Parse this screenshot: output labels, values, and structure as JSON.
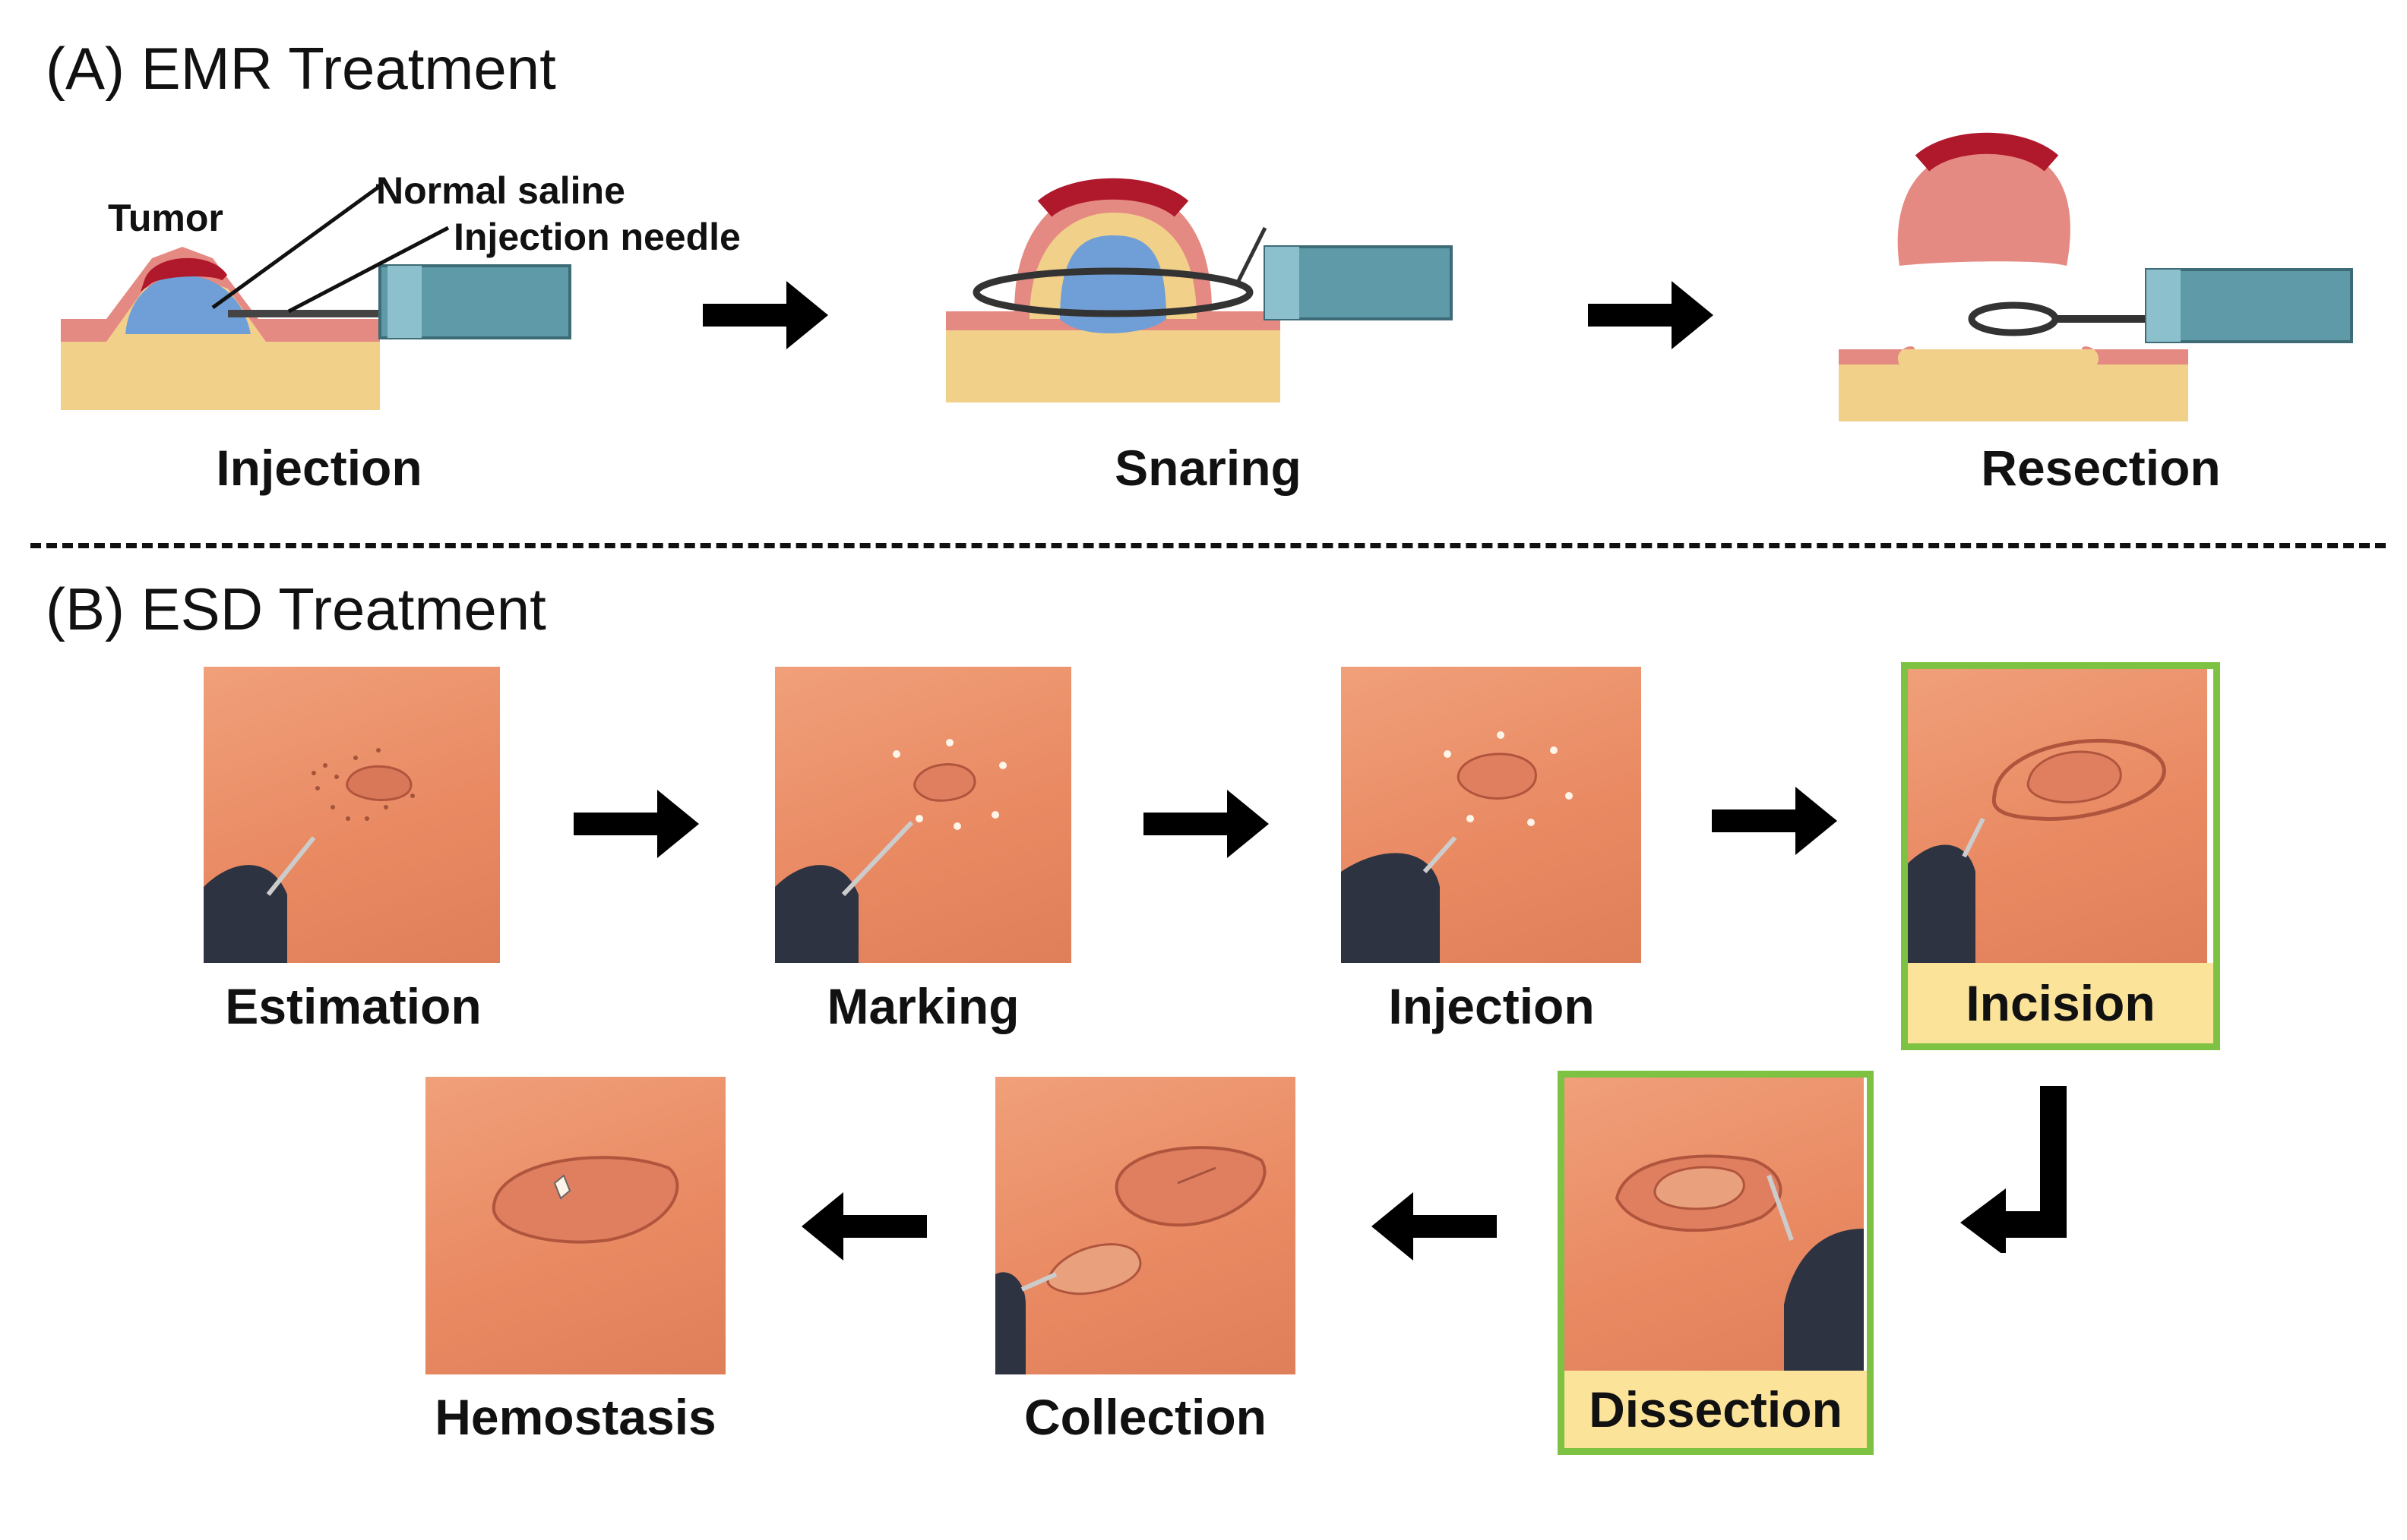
{
  "section_a": {
    "title": "(A) EMR Treatment",
    "callouts": {
      "tumor": "Tumor",
      "saline": "Normal saline",
      "needle": "Injection needle"
    },
    "steps": [
      "Injection",
      "Snaring",
      "Resection"
    ]
  },
  "section_b": {
    "title": "(B) ESD Treatment",
    "row1": [
      "Estimation",
      "Marking",
      "Injection",
      "Incision"
    ],
    "row2": [
      "Dissection",
      "Collection",
      "Hemostasis"
    ],
    "highlighted_steps": [
      "Incision",
      "Dissection"
    ]
  },
  "colors": {
    "highlight_border": "#7dc242",
    "highlight_fill": "#fbe39a",
    "tissue": "#f1d08a",
    "mucosa": "#e58a83",
    "tumor": "#b0182b",
    "saline": "#6f9fd6",
    "instrument": "#5e9aa8"
  }
}
